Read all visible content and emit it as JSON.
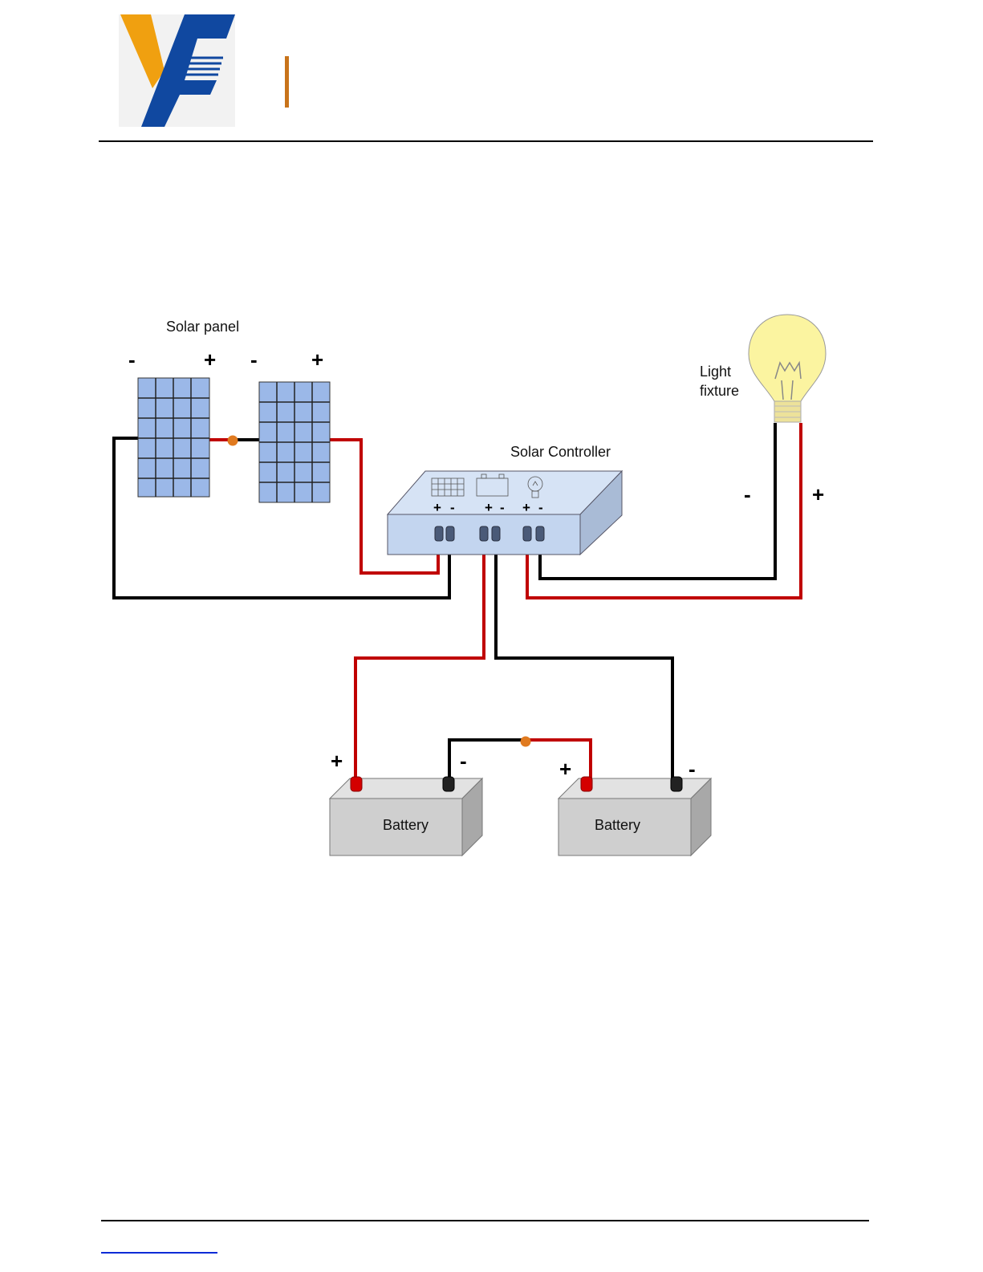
{
  "header": {
    "logo_name": "YF company logo"
  },
  "diagram": {
    "solar_panel_label": "Solar panel",
    "panel_signs": {
      "panel1_neg": "-",
      "panel1_pos": "+",
      "panel2_neg": "-",
      "panel2_pos": "+"
    },
    "controller_label": "Solar Controller",
    "controller_terminal_signs": {
      "solar_pos": "+",
      "solar_neg": "-",
      "battery_pos": "+",
      "battery_neg": "-",
      "load_pos": "+",
      "load_neg": "-"
    },
    "light_label_line1": "Light",
    "light_label_line2": "fixture",
    "light_signs": {
      "neg": "-",
      "pos": "+"
    },
    "battery1_label": "Battery",
    "battery2_label": "Battery",
    "battery_signs": {
      "b1_pos": "+",
      "b1_neg": "-",
      "b2_pos": "+",
      "b2_neg": "-"
    }
  },
  "colors": {
    "wire_red": "#c00000",
    "wire_black": "#000000",
    "junction": "#e07a1f",
    "panel_cell": "#9bb8e8",
    "controller": "#c3d5ef",
    "battery": "#cfcfcf",
    "bulb": "#fbf4a0",
    "logo_orange": "#f0a010",
    "logo_blue": "#1048a0",
    "accent_bar": "#c8731a",
    "link": "#0b2bd6"
  }
}
